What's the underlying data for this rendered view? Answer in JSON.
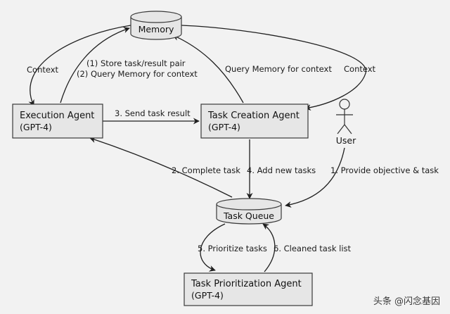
{
  "nodes": {
    "memory": "Memory",
    "task_queue": "Task Queue",
    "execution_agent": {
      "title": "Execution Agent",
      "model": "(GPT-4)"
    },
    "task_creation_agent": {
      "title": "Task Creation Agent",
      "model": "(GPT-4)"
    },
    "task_prioritization_agent": {
      "title": "Task Prioritization Agent",
      "model": "(GPT-4)"
    },
    "user": "User"
  },
  "edges": {
    "memory_to_execution": "Context",
    "execution_to_memory": [
      "(1) Store task/result pair",
      "(2) Query Memory for context"
    ],
    "creation_to_memory": "Query Memory for context",
    "memory_to_creation": "Context",
    "execution_to_creation": "3. Send task result",
    "queue_to_execution": "2. Complete task",
    "creation_to_queue": "4. Add new tasks",
    "user_to_queue": "1. Provide objective & task",
    "queue_to_prioritization": "5. Prioritize tasks",
    "prioritization_to_queue": "6. Cleaned task list"
  },
  "watermark": "头条 @闪念基因"
}
